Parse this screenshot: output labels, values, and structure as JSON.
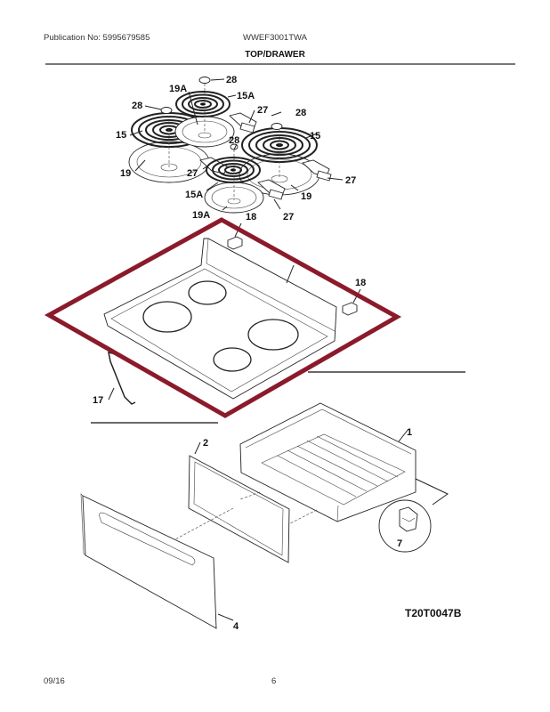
{
  "header": {
    "publication": "Publication No: 5995679585",
    "model": "WWEF3001TWA",
    "section_title": "TOP/DRAWER"
  },
  "footer": {
    "date": "09/16",
    "page": "6"
  },
  "diagram": {
    "figure_id": "T20T0047B",
    "highlight_color": "#8b1a2b",
    "callouts": {
      "c28a": "28",
      "c19A_top": "19A",
      "c15A_top": "15A",
      "c28b": "28",
      "c27a": "27",
      "c28c": "28",
      "c15_left": "15",
      "c28d": "28",
      "c15_right": "15",
      "c19_left": "19",
      "c27b": "27",
      "c27c": "27",
      "c15A_bottom": "15A",
      "c19_right": "19",
      "c19A_bottom": "19A",
      "c18a": "18",
      "c27d": "27",
      "c18b": "18",
      "c17": "17",
      "c1": "1",
      "c2": "2",
      "c7": "7",
      "c4": "4"
    }
  }
}
